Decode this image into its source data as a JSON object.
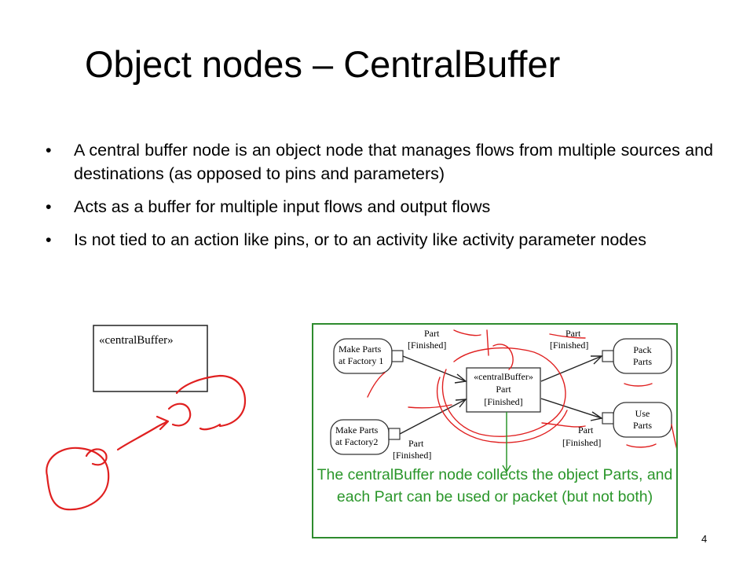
{
  "slide": {
    "title": "Object nodes – CentralBuffer",
    "bullets": [
      {
        "marker": "•",
        "text": "A central buffer node is an object node that manages flows from multiple sources and destinations (as opposed to pins and parameters)"
      },
      {
        "marker": "•",
        "text": "Acts as a buffer for multiple input flows and output flows"
      },
      {
        "marker": "•",
        "text": "Is not tied to an action like pins, or to an activity like activity parameter nodes"
      }
    ],
    "page_number": "4"
  },
  "notation": {
    "stereotype": "«centralBuffer»"
  },
  "diagram": {
    "action_factory1": [
      "Make Parts",
      "at Factory 1"
    ],
    "action_factory2": [
      "Make Parts",
      "at Factory2"
    ],
    "action_pack": [
      "Pack",
      "Parts"
    ],
    "action_use": [
      "Use",
      "Parts"
    ],
    "buffer": [
      "«centralBuffer»",
      "Part",
      "[Finished]"
    ],
    "pin_label_top_left": [
      "Part",
      "[Finished]"
    ],
    "pin_label_top_right": [
      "Part",
      "[Finished]"
    ],
    "pin_label_bottom_left": [
      "Part",
      "[Finished]"
    ],
    "pin_label_bottom_right": [
      "Part",
      "[Finished]"
    ],
    "caption": "The centralBuffer node collects the object Parts, and each Part can be used or packet (but not both)",
    "colors": {
      "annotation": "#2a962a",
      "ink": "#e02020"
    }
  }
}
